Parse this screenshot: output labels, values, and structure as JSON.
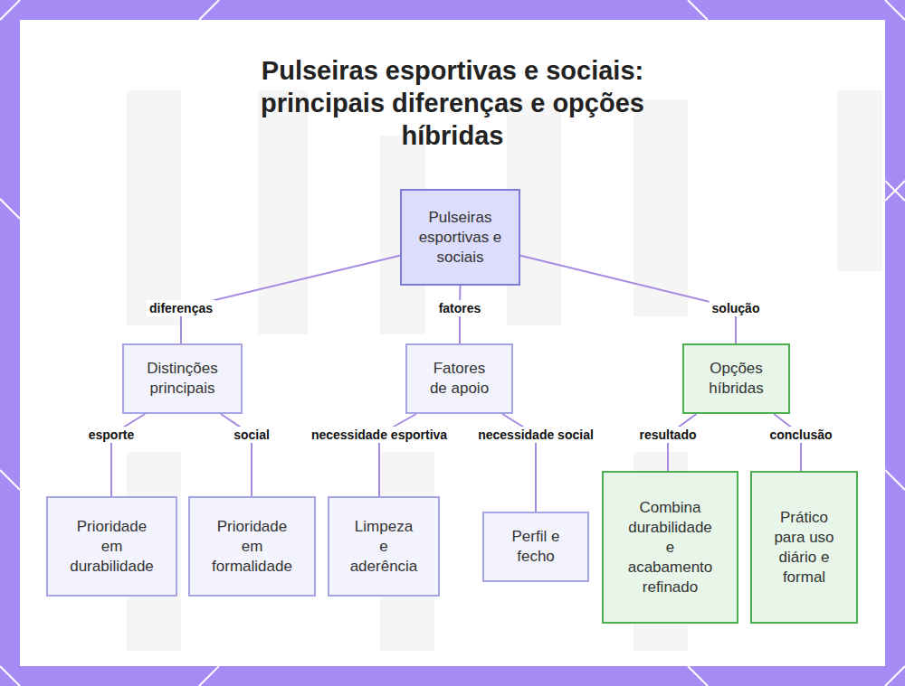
{
  "diagram": {
    "title": "Pulseiras esportivas e sociais: principais diferenças e opções híbridas",
    "nodes": [
      {
        "text": [
          "Pulseiras esportivas e sociais"
        ]
      },
      {
        "text": [
          "Distinções principais"
        ]
      },
      {
        "text": [
          "Fatores de apoio"
        ]
      },
      {
        "text": [
          "Opções híbridas"
        ]
      },
      {
        "text": [
          "Prioridade em durabilidade"
        ]
      },
      {
        "text": [
          "Prioridade em formalidade"
        ]
      },
      {
        "text": [
          "Limpeza e aderência"
        ]
      },
      {
        "text": [
          "Perfil e fecho"
        ]
      },
      {
        "text": [
          "Combina durabilidade e acabamento refinado"
        ]
      },
      {
        "text": [
          "Prático para uso diário e formal"
        ]
      }
    ],
    "edges": [
      {
        "from": 0,
        "to": 1,
        "arrow": "none",
        "label": "diferenças"
      },
      {
        "from": 0,
        "to": 2,
        "arrow": "none",
        "label": "fatores"
      },
      {
        "from": 0,
        "to": 3,
        "arrow": "none",
        "label": "solução"
      },
      {
        "from": 1,
        "to": 4,
        "arrow": "none",
        "label": "esporte"
      },
      {
        "from": 1,
        "to": 5,
        "arrow": "none",
        "label": "social"
      },
      {
        "from": 2,
        "to": 6,
        "arrow": "none",
        "label": "necessidade esportiva"
      },
      {
        "from": 2,
        "to": 7,
        "arrow": "none",
        "label": "necessidade social"
      },
      {
        "from": 3,
        "to": 8,
        "arrow": "none",
        "label": "resultado"
      },
      {
        "from": 3,
        "to": 9,
        "arrow": "none",
        "label": "conclusão"
      }
    ]
  }
}
